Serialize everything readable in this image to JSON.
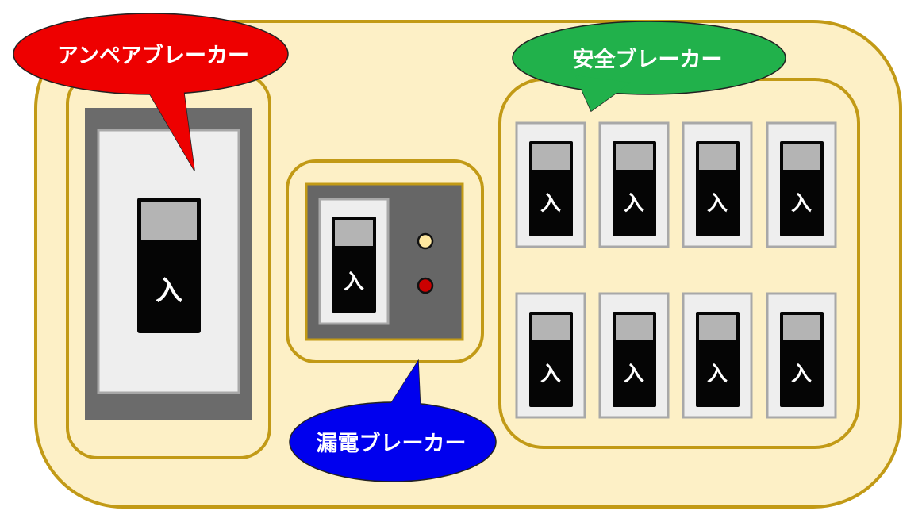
{
  "labels": {
    "ampere": "アンペアブレーカー",
    "safety": "安全ブレーカー",
    "leakage": "漏電ブレーカー"
  },
  "switch_text": "入",
  "colors": {
    "panel_bg": "#fdf0c6",
    "panel_border": "#c29a16",
    "callout_ampere": "#ee0000",
    "callout_safety": "#21b14b",
    "callout_leakage": "#0000ee",
    "switch_dark": "#6b6b6b",
    "switch_light": "#eeeeee",
    "toggle_black": "#050505",
    "toggle_gray": "#b4b4b4",
    "indicator_yellow": "#ffe8a0",
    "indicator_red": "#cc0000"
  }
}
